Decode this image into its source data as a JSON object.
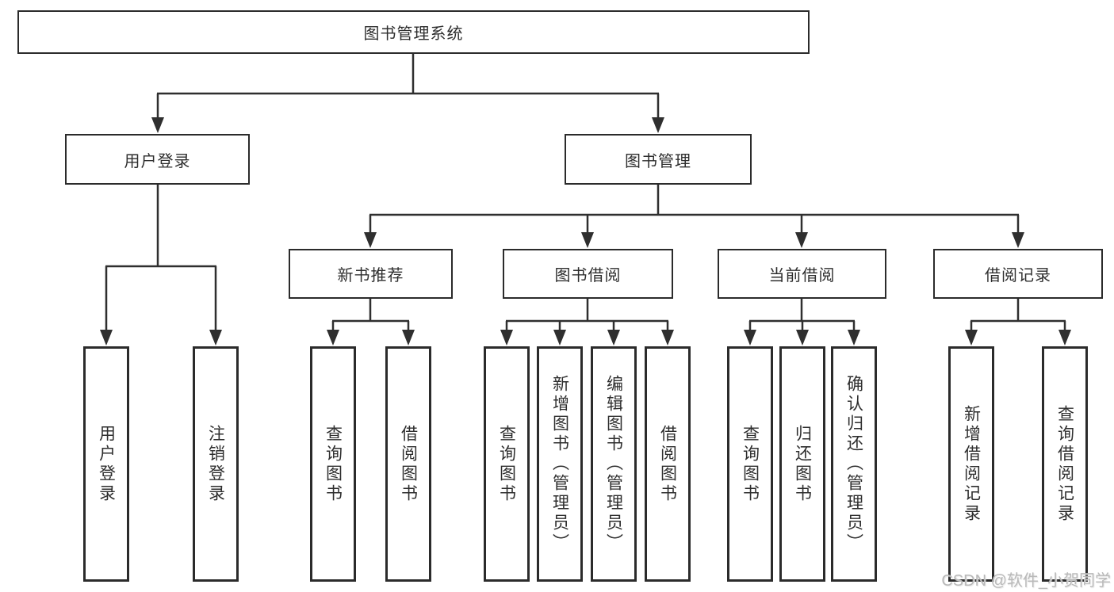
{
  "diagram": {
    "title": "图书管理系统",
    "root": "图书管理系统",
    "level2": {
      "user_login": "用户登录",
      "book_management": "图书管理"
    },
    "level3": {
      "new_book": "新书推荐",
      "book_borrow": "图书借阅",
      "current_borrow": "当前借阅",
      "borrow_record": "借阅记录"
    },
    "leaves": {
      "user_login": [
        "用户登录",
        "注销登录"
      ],
      "new_book": [
        "查询图书",
        "借阅图书"
      ],
      "book_borrow": [
        "查询图书",
        "新增图书（管理员）",
        "编辑图书（管理员）",
        "借阅图书"
      ],
      "current_borrow": [
        "查询图书",
        "归还图书",
        "确认归还（管理员）"
      ],
      "borrow_record": [
        "新增借阅记录",
        "查询借阅记录"
      ]
    }
  },
  "watermark": "CSDN @软件_小贺同学",
  "colors": {
    "line": "#2f2f2f",
    "box_border": "#2b2b2b",
    "text": "#2e2e2e",
    "watermark": "#b9b9b9",
    "background": "#ffffff"
  }
}
